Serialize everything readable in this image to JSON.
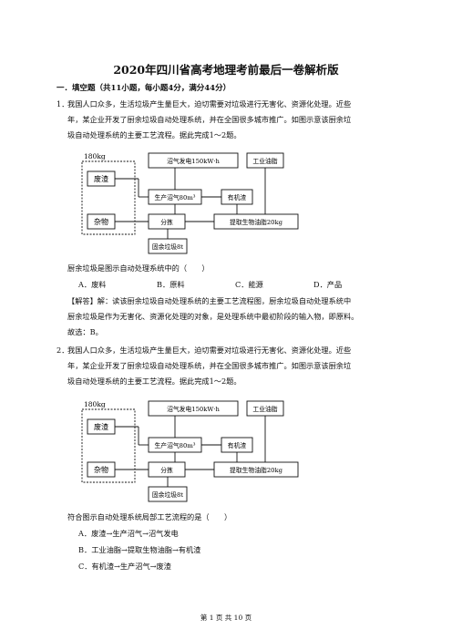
{
  "title": "2020年四川省高考地理考前最后一卷解析版",
  "section": "一．填空题（共11小题，每小题4分，满分44分）",
  "q1": {
    "num": "1．",
    "stem_lines": [
      "我国人口众多，生活垃圾产生量巨大，迫切需要对垃圾进行无害化、资源化处理。近些",
      "年，某企业开发了厨余垃圾自动处理系统，并在全国很多城市推广。如图示意该厨余垃",
      "圾自动处理系统的主要工艺流程。据此完成1～2题。"
    ],
    "question": "厨余垃圾是图示自动处理系统中的（　　）",
    "options": [
      "A．废料",
      "B．原料",
      "C．能源",
      "D．产品"
    ],
    "answer_lines": [
      "【解答】解：读该厨余垃圾自动处理系统的主要工艺流程图，厨余垃圾自动处理系统中",
      "厨余垃圾是作为无害化、资源化处理的对象，是处理系统中最初阶段的输入物，即原料。",
      "故选：B。"
    ]
  },
  "q2": {
    "num": "2．",
    "stem_lines": [
      "我国人口众多，生活垃圾产生量巨大，迫切需要对垃圾进行无害化、资源化处理。近些",
      "年，某企业开发了厨余垃圾自动处理系统，并在全国很多城市推广。如图示意该厨余垃",
      "圾自动处理系统的主要工艺流程。据此完成1～2题。"
    ],
    "question": "符合图示自动处理系统局部工艺流程的是（　　）",
    "options": [
      "A．废渣→生产沼气→沼气发电",
      "B．工业油脂→提取生物油脂→有机渣",
      "C．有机渣→生产沼气→废渣"
    ]
  },
  "diagram": {
    "input_label": "180kg",
    "waste": "废渣",
    "misc": "杂物",
    "power": "沼气发电150kW·h",
    "industrial_oil": "工业油脂",
    "biogas": "生产沼气80m³",
    "organic": "有机渣",
    "sorting": "分拣",
    "bio_oil": "提取生物油脂20kg",
    "residue": "固余垃圾8t"
  },
  "footer": "第 1 页 共 10 页"
}
